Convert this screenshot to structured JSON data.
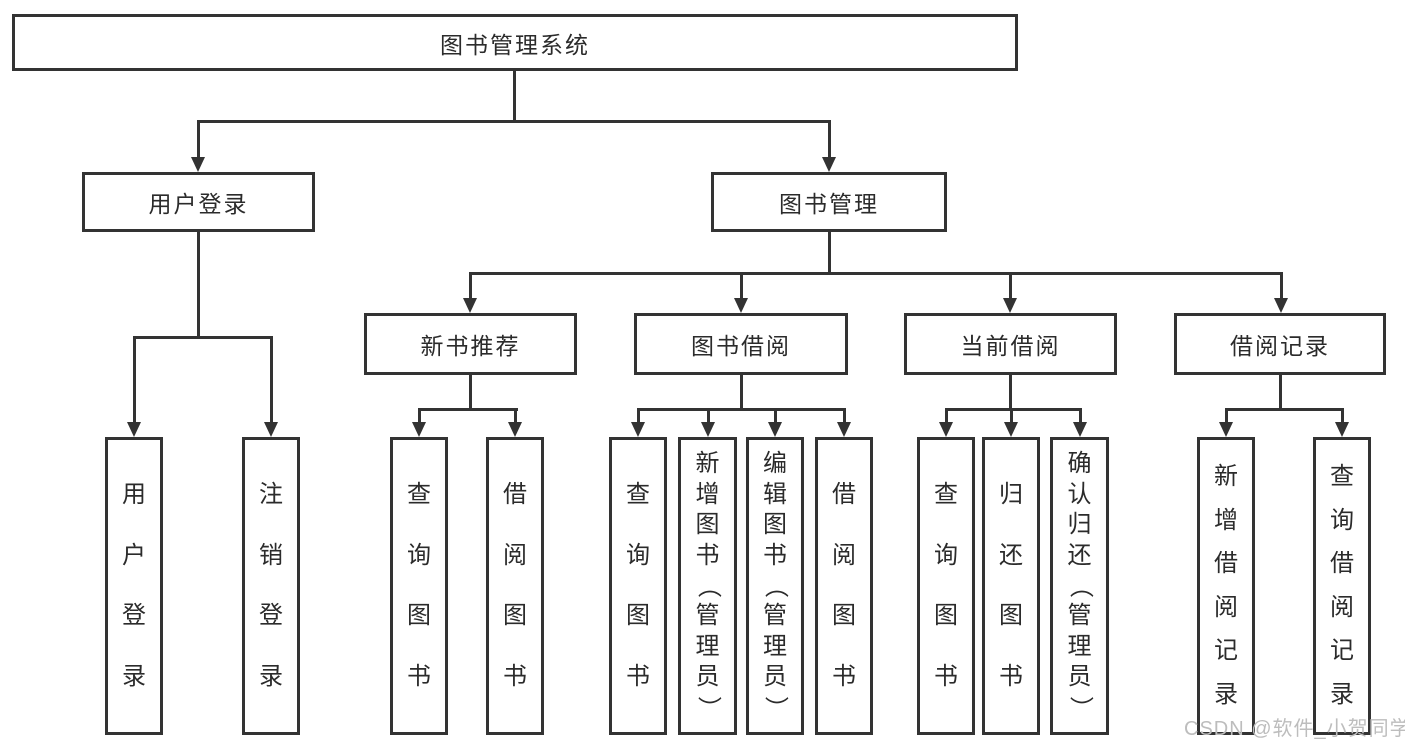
{
  "tree": {
    "label": "图书管理系统",
    "children": [
      {
        "label": "用户登录",
        "children": [
          {
            "label": "用户登录"
          },
          {
            "label": "注销登录"
          }
        ]
      },
      {
        "label": "图书管理",
        "children": [
          {
            "label": "新书推荐",
            "children": [
              {
                "label": "查询图书"
              },
              {
                "label": "借阅图书"
              }
            ]
          },
          {
            "label": "图书借阅",
            "children": [
              {
                "label": "查询图书"
              },
              {
                "label": "新增图书（管理员）"
              },
              {
                "label": "编辑图书（管理员）"
              },
              {
                "label": "借阅图书"
              }
            ]
          },
          {
            "label": "当前借阅",
            "children": [
              {
                "label": "查询图书"
              },
              {
                "label": "归还图书"
              },
              {
                "label": "确认归还（管理员）"
              }
            ]
          },
          {
            "label": "借阅记录",
            "children": [
              {
                "label": "新增借阅记录"
              },
              {
                "label": "查询借阅记录"
              }
            ]
          }
        ]
      }
    ]
  },
  "watermark": "CSDN @软件_小贺同学",
  "colors": {
    "line": "#333333",
    "box_border": "#333333",
    "text": "#2b2b2b",
    "watermark": "#bdbdbd",
    "background": "#ffffff"
  }
}
